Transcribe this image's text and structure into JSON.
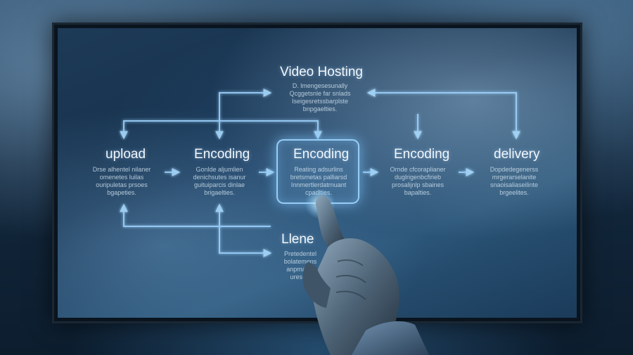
{
  "diagram": {
    "top": {
      "title": "Video Hosting",
      "desc": "D. lmengesesunally\nQcggetsnle far snlads\nIseigesretssbarplste\nbnpgaelties."
    },
    "nodes": [
      {
        "title": "upload",
        "desc": "Drse alhentel nilaner\nomenetes luilas\nouripuletas prsoes\nbgapeties."
      },
      {
        "title": "Encoding",
        "desc": "Gonlde aljumlien\ndenichsutes isanur\nguituiparcis dinlae\nbrigaelties."
      },
      {
        "title": "Encoding",
        "desc": "Reating adsurlins\nbretsmetas palliarsd\nInnmertlerdatrnuant\ncpadlties."
      },
      {
        "title": "Encoding",
        "desc": "Ornde cfcoraplianer\nduglrigenbcfirieb\nprosalijnlp sbaines\nbapalties."
      },
      {
        "title": "delivery",
        "desc": "Dopdedegenerss\nmrgerarselanite\nsnaoisaliaseilinte\nbrgeelites."
      }
    ],
    "bottom": {
      "title": "Llene",
      "desc": "Pretedentel\nbolatemens\nanpmaibe\nuresels"
    }
  },
  "colors": {
    "line": "#9fd4ff",
    "text": "#f2f7fb"
  }
}
